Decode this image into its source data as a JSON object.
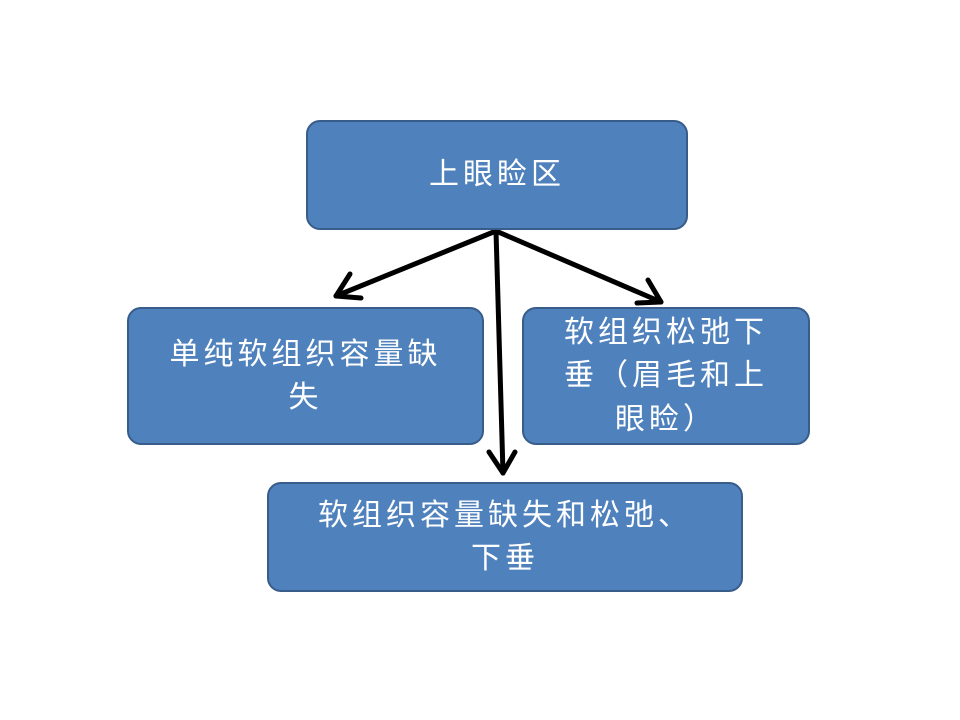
{
  "diagram": {
    "nodes": {
      "top": {
        "label": "上眼睑区"
      },
      "left": {
        "label": "单纯软组织容量缺\n失"
      },
      "right": {
        "label": "软组织松弛下\n垂（眉毛和上\n眼睑）"
      },
      "bottom": {
        "label": "软组织容量缺失和松弛、\n下垂"
      }
    },
    "edges": [
      {
        "from": "top",
        "to": "left"
      },
      {
        "from": "top",
        "to": "bottom"
      },
      {
        "from": "top",
        "to": "right"
      }
    ],
    "colors": {
      "node_fill": "#4f81bd",
      "node_border": "#385d8a",
      "node_text": "#ffffff",
      "arrow": "#000000"
    }
  }
}
